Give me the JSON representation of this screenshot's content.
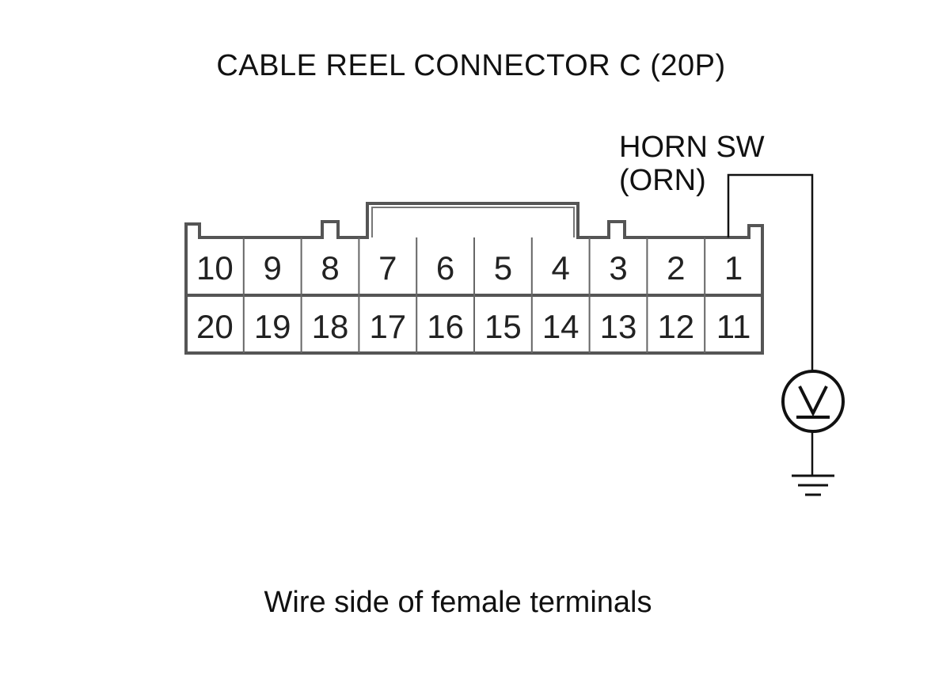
{
  "title": "CABLE REEL CONNECTOR C (20P)",
  "caption": "Wire side of female terminals",
  "wire": {
    "label_line1": "HORN SW",
    "label_line2": "(ORN)",
    "pin": "1"
  },
  "connector": {
    "top_row": [
      "10",
      "9",
      "8",
      "7",
      "6",
      "5",
      "4",
      "3",
      "2",
      "1"
    ],
    "bottom_row": [
      "20",
      "19",
      "18",
      "17",
      "16",
      "15",
      "14",
      "13",
      "12",
      "11"
    ]
  },
  "meter_symbol": "V",
  "colors": {
    "line": "#555555",
    "wire": "#111111"
  }
}
